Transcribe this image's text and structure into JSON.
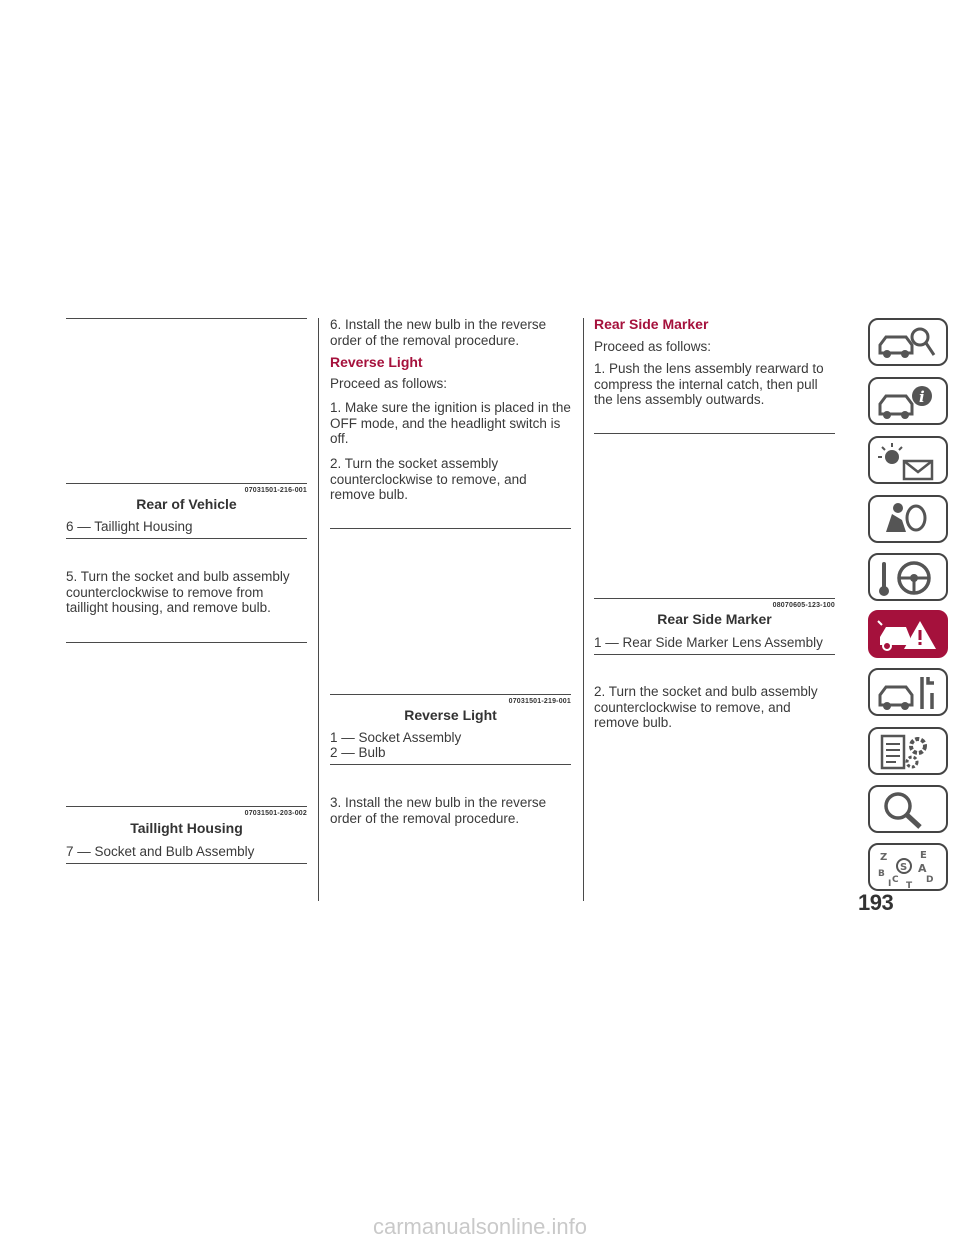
{
  "col1": {
    "fig1_code": "07031501-216-001",
    "fig1_caption": "Rear of Vehicle",
    "fig1_legend": "6 — Taillight Housing",
    "step5": "5.  Turn the socket and bulb assembly counterclockwise to remove from taillight housing, and remove bulb.",
    "fig2_code": "07031501-203-002",
    "fig2_caption": "Taillight Housing",
    "fig2_legend": "7 — Socket and Bulb Assembly"
  },
  "col2": {
    "step6": "6.  Install the new bulb in the reverse order of the removal procedure.",
    "heading": "Reverse Light",
    "intro": "Proceed as follows:",
    "step1": "1.  Make sure the ignition is placed in the OFF mode, and the headlight switch is off.",
    "step2": "2.  Turn the socket assembly counterclockwise to remove, and remove bulb.",
    "fig_code": "07031501-219-001",
    "fig_caption": "Reverse Light",
    "legend1": "1 — Socket Assembly",
    "legend2": "2 — Bulb",
    "step3": "3.  Install the new bulb in the reverse order of the removal procedure."
  },
  "col3": {
    "heading": "Rear Side Marker",
    "intro": "Proceed as follows:",
    "step1": "1.  Push the lens assembly rearward to compress the internal catch, then pull the lens assembly outwards.",
    "fig_code": "08070605-123-100",
    "fig_caption": "Rear Side Marker",
    "legend": "1 — Rear Side Marker Lens Assembly",
    "step2": "2.  Turn the socket and bulb assembly counterclockwise to remove, and remove bulb."
  },
  "sidebar": {
    "tabs": [
      {
        "icon": "car-search-icon"
      },
      {
        "icon": "car-info-icon"
      },
      {
        "icon": "warning-lights-icon"
      },
      {
        "icon": "seat-airbag-icon"
      },
      {
        "icon": "steering-wheel-icon"
      },
      {
        "icon": "breakdown-warning-icon",
        "active": true
      },
      {
        "icon": "car-wrench-icon"
      },
      {
        "icon": "specs-gear-icon"
      },
      {
        "icon": "magnifier-icon"
      },
      {
        "icon": "alphabet-index-icon"
      }
    ],
    "index_letters": [
      "Z",
      "E",
      "S",
      "A",
      "B",
      "C",
      "D",
      "I",
      "T"
    ]
  },
  "page_number": "193",
  "watermark": "carmanualsonline.info",
  "colors": {
    "accent": "#a5113c",
    "text": "#3a3a3a",
    "rule": "#4a4a4a"
  }
}
